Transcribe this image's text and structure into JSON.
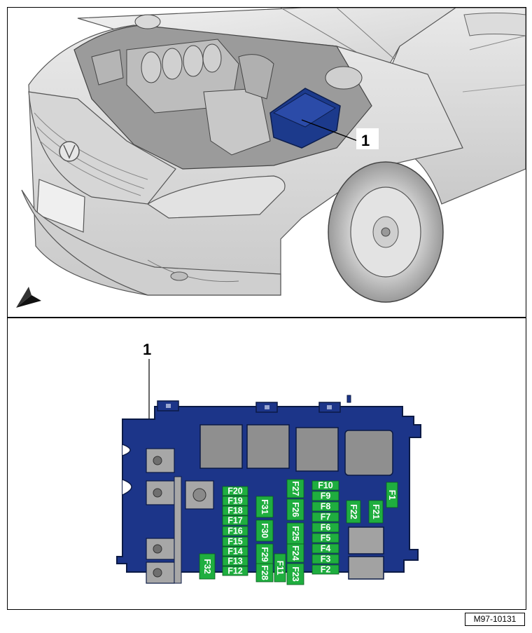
{
  "callouts": {
    "top": "1",
    "bottom": "1"
  },
  "reference_code": "M97-10131",
  "colors": {
    "fuse_green": "#1fae3f",
    "box_blue": "#1c3589",
    "relay_grey": "#8f8f8f",
    "stud_grey": "#a7a7a7"
  },
  "fuses": {
    "f1": "F1",
    "f2": "F2",
    "f3": "F3",
    "f4": "F4",
    "f5": "F5",
    "f6": "F6",
    "f7": "F7",
    "f8": "F8",
    "f9": "F9",
    "f10": "F10",
    "f11": "F11",
    "f12": "F12",
    "f13": "F13",
    "f14": "F14",
    "f15": "F15",
    "f16": "F16",
    "f17": "F17",
    "f18": "F18",
    "f19": "F19",
    "f20": "F20",
    "f21": "F21",
    "f22": "F22",
    "f23": "F23",
    "f24": "F24",
    "f25": "F25",
    "f26": "F26",
    "f27": "F27",
    "f28": "F28",
    "f29": "F29",
    "f30": "F30",
    "f31": "F31",
    "f32": "F32"
  }
}
